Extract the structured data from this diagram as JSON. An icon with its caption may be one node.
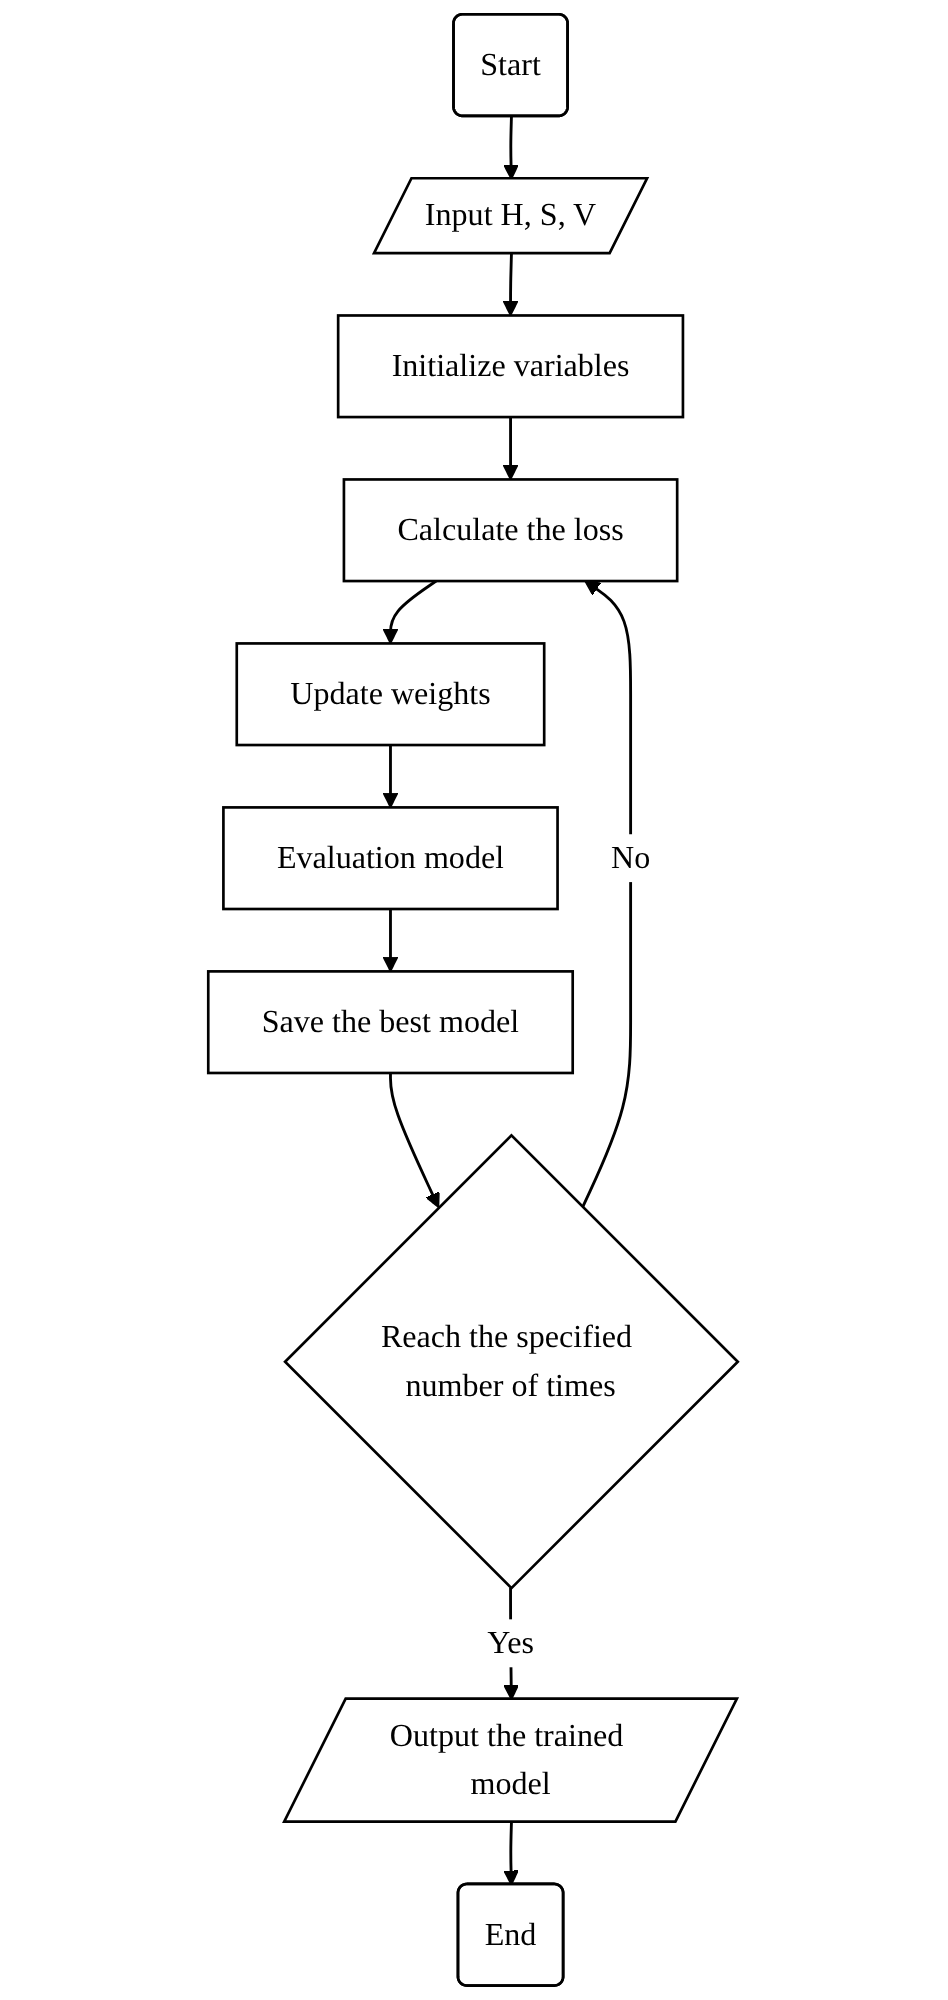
{
  "diagram": {
    "nodes": [
      {
        "text": [
          "Start"
        ]
      },
      {
        "text": [
          "Input H, S, V"
        ]
      },
      {
        "text": [
          "Initialize variables"
        ]
      },
      {
        "text": [
          "Calculate the loss"
        ]
      },
      {
        "text": [
          "Update weights"
        ]
      },
      {
        "text": [
          "Evaluation model"
        ]
      },
      {
        "text": [
          "Save the best model"
        ]
      },
      {
        "text": [
          "Reach the specified number of times"
        ]
      },
      {
        "text": [
          "Output the trained model"
        ]
      },
      {
        "text": [
          "End"
        ]
      }
    ],
    "edges": [
      {
        "from": 0,
        "to": 1,
        "arrow": "to"
      },
      {
        "from": 1,
        "to": 2,
        "arrow": "to"
      },
      {
        "from": 2,
        "to": 3,
        "arrow": "to"
      },
      {
        "from": 3,
        "to": 4,
        "arrow": "to"
      },
      {
        "from": 4,
        "to": 5,
        "arrow": "to"
      },
      {
        "from": 5,
        "to": 6,
        "arrow": "to"
      },
      {
        "from": 6,
        "to": 7,
        "arrow": "to"
      },
      {
        "from": 7,
        "to": 3,
        "label": "No",
        "arrow": "to"
      },
      {
        "from": 7,
        "to": 8,
        "label": "Yes",
        "arrow": "to"
      },
      {
        "from": 8,
        "to": 9,
        "arrow": "to"
      }
    ]
  }
}
